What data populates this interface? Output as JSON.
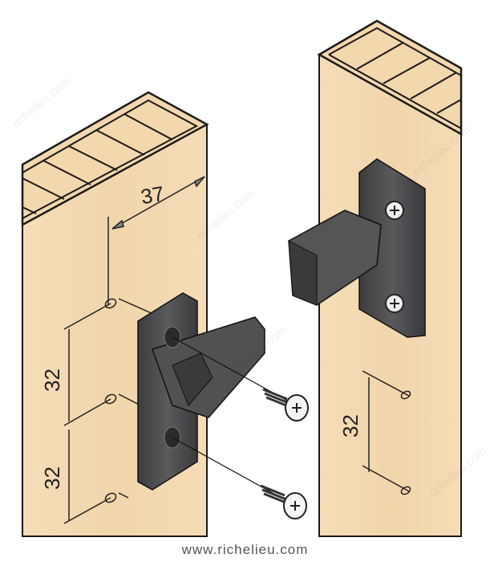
{
  "diagram": {
    "dimension_width": "37",
    "dimension_left_spacing_1": "32",
    "dimension_left_spacing_2": "32",
    "dimension_right_spacing": "32"
  },
  "watermark": "richelieu.com",
  "footer": {
    "url": "www.richelieu.com"
  },
  "colors": {
    "wood": "#f3d9b1",
    "wood_dark": "#e8c99b",
    "plastic": "#4a4a4c",
    "line": "#1a1a1a"
  }
}
